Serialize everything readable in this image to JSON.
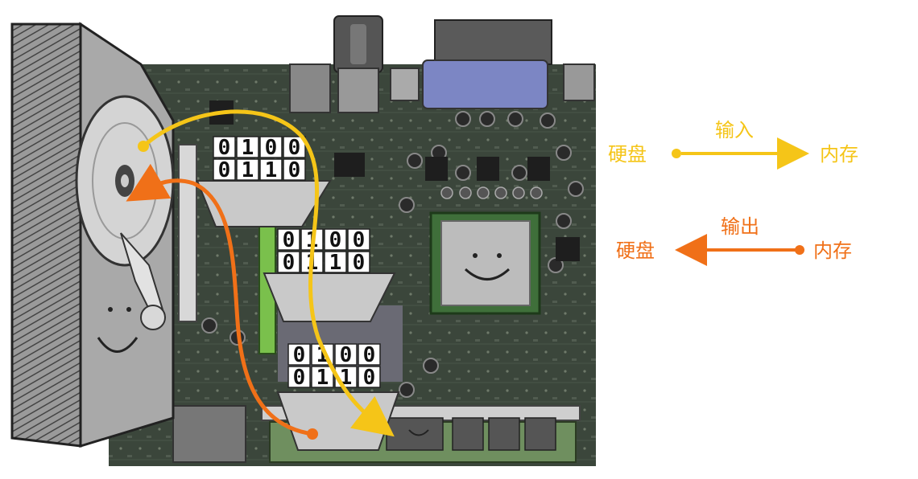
{
  "legend": {
    "input": {
      "label": "输入",
      "from": "硬盘",
      "to": "内存",
      "color": "#f5c518"
    },
    "output": {
      "label": "输出",
      "from": "内存",
      "to": "硬盘",
      "color": "#f07018"
    }
  },
  "bit_cards": [
    {
      "row1": [
        "0",
        "1",
        "0",
        "0"
      ],
      "row2": [
        "0",
        "1",
        "1",
        "0"
      ]
    },
    {
      "row1": [
        "0",
        "1",
        "0",
        "0"
      ],
      "row2": [
        "0",
        "1",
        "1",
        "0"
      ]
    },
    {
      "row1": [
        "0",
        "1",
        "0",
        "0"
      ],
      "row2": [
        "0",
        "1",
        "1",
        "0"
      ]
    }
  ],
  "colors": {
    "board": "#3b463b",
    "board_dark": "#2a332a",
    "disk_body": "#a8a8a8",
    "ram_stick": "#6f8f5f",
    "vga_port": "#7c86c4"
  },
  "icons": [
    "hard-disk-icon",
    "motherboard-icon",
    "cpu-icon",
    "memory-stick-icon"
  ]
}
